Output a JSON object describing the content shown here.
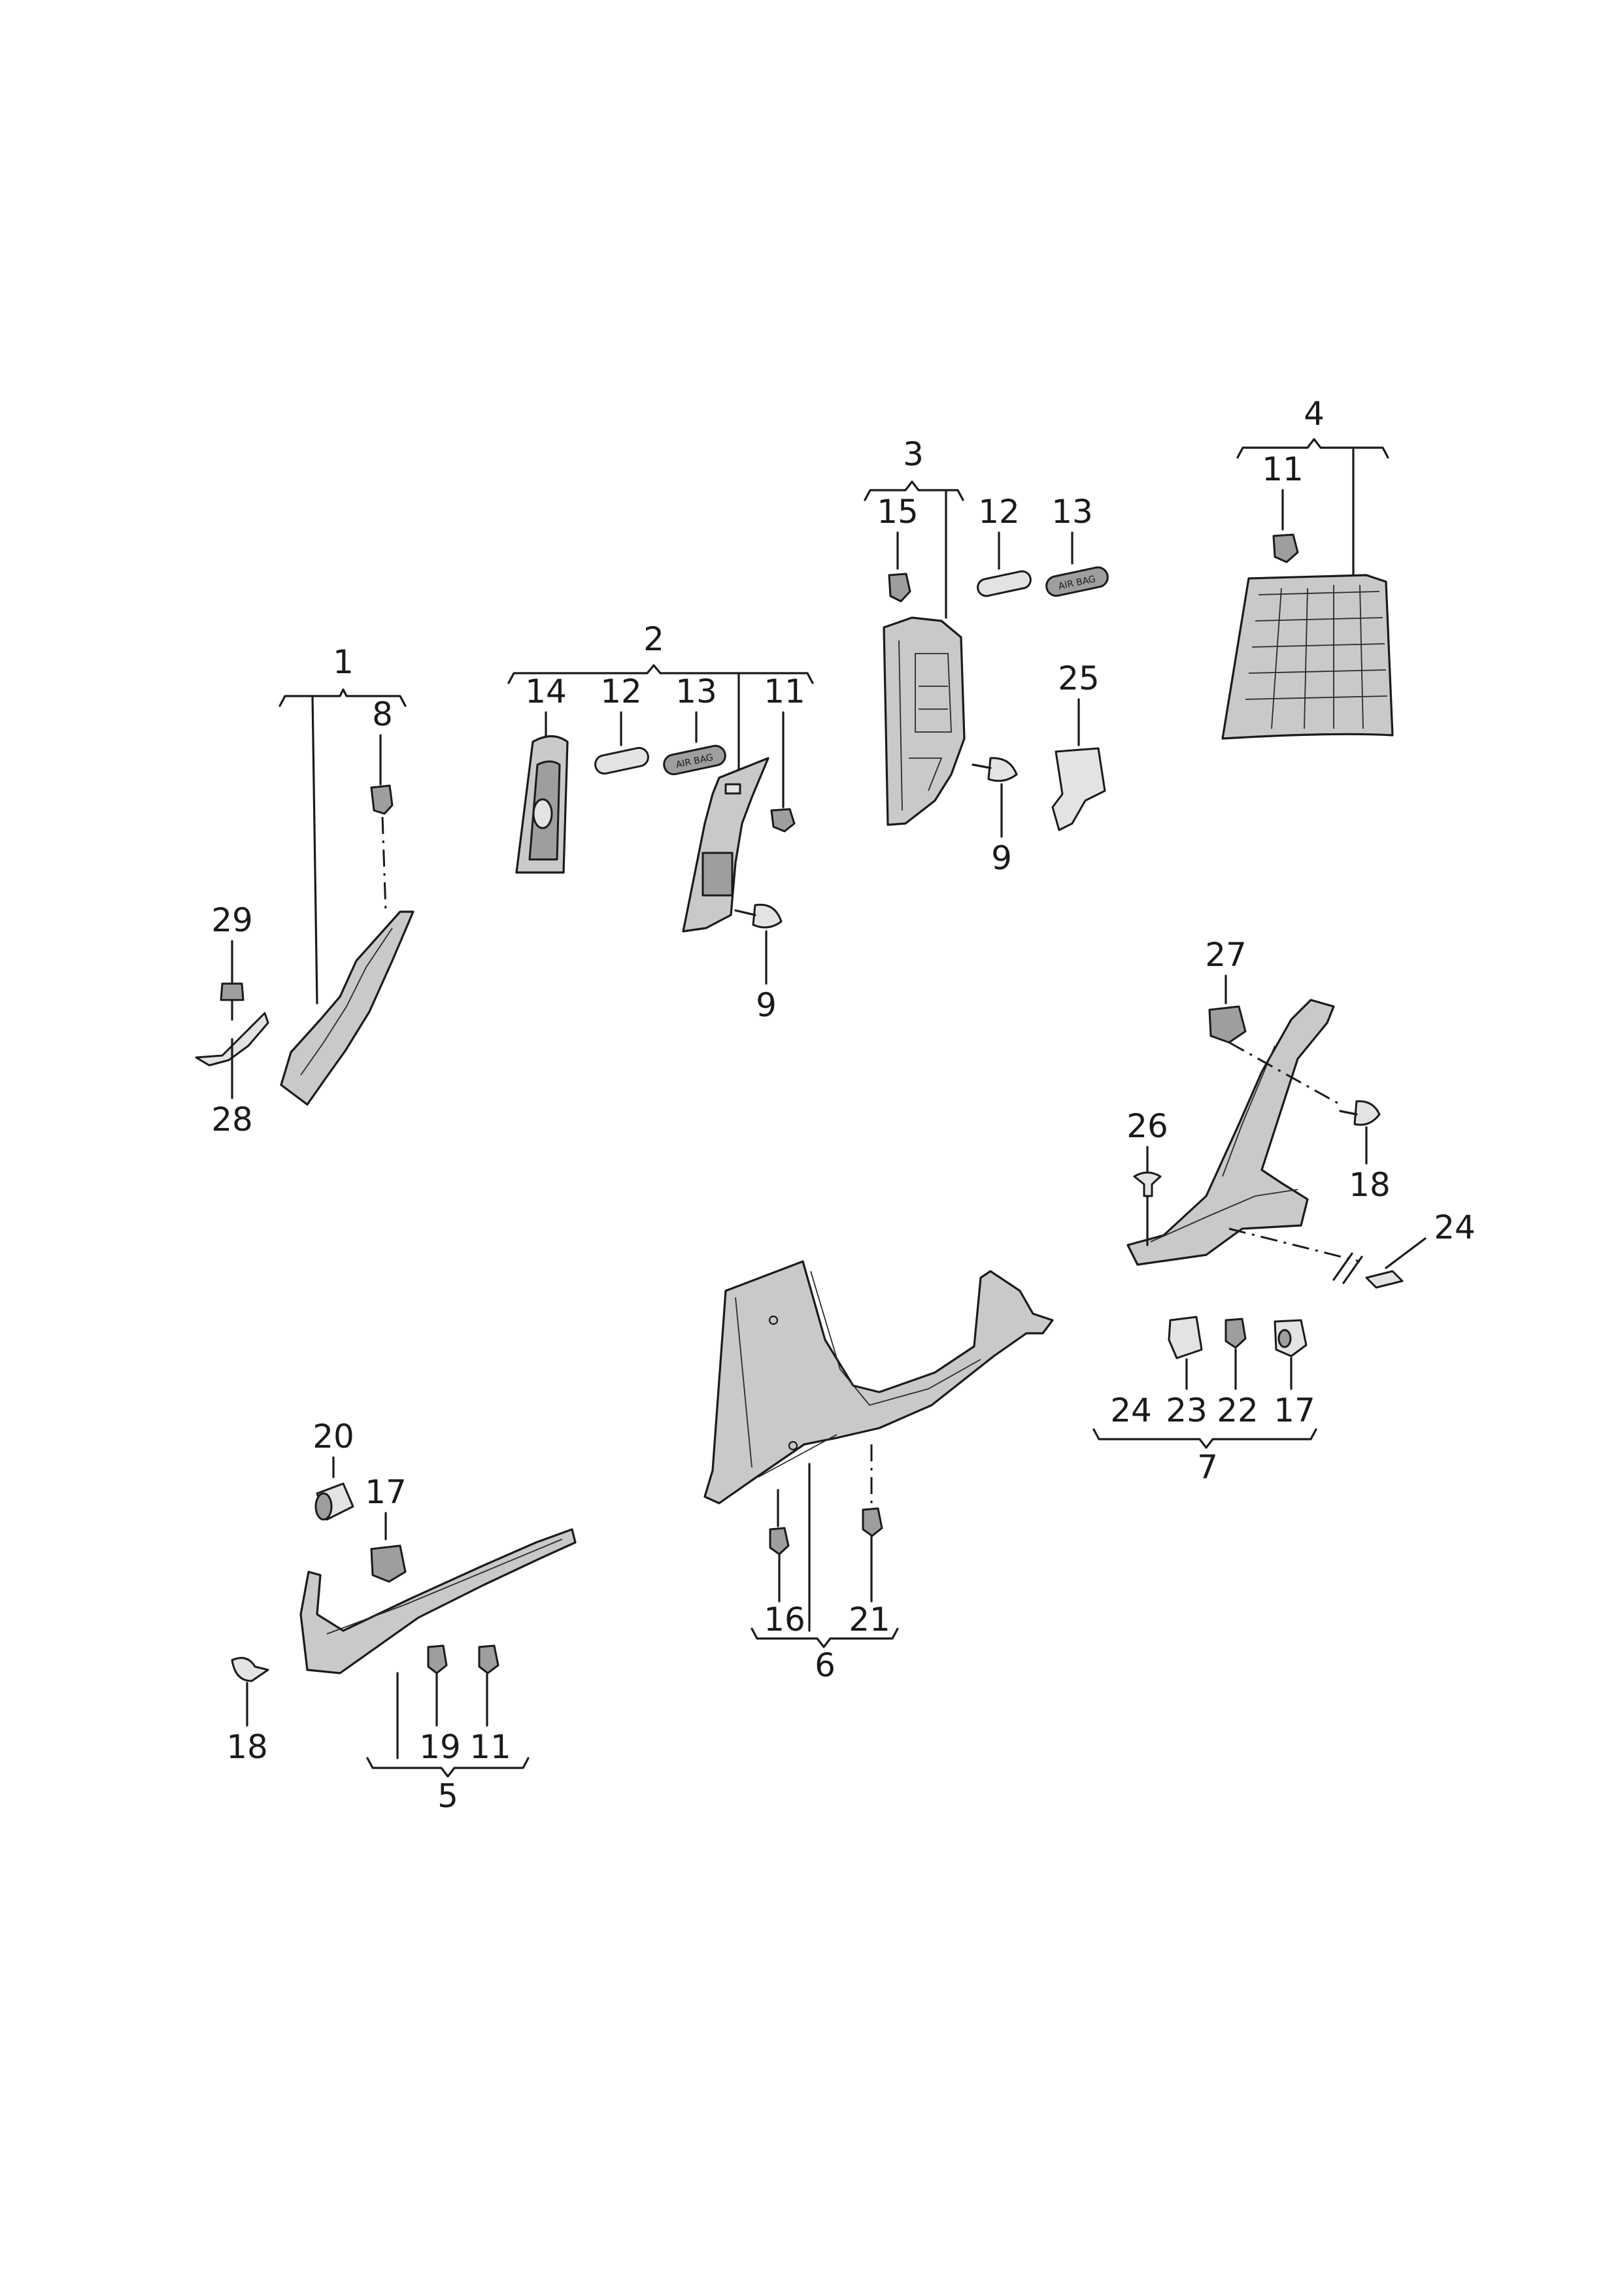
{
  "callouts": {
    "n1": "1",
    "n2": "2",
    "n3": "3",
    "n4": "4",
    "n5": "5",
    "n6": "6",
    "n7": "7",
    "n8": "8",
    "n9a": "9",
    "n9b": "9",
    "n11a": "11",
    "n11b": "11",
    "n11c": "11",
    "n12a": "12",
    "n12b": "12",
    "n13a": "13",
    "n13b": "13",
    "n14": "14",
    "n15": "15",
    "n16": "16",
    "n17a": "17",
    "n17b": "17",
    "n18a": "18",
    "n18b": "18",
    "n19": "19",
    "n20": "20",
    "n21": "21",
    "n22": "22",
    "n23": "23",
    "n24a": "24",
    "n24b": "24",
    "n25": "25",
    "n26": "26",
    "n27": "27",
    "n28": "28",
    "n29": "29"
  },
  "labels": {
    "airbag_a": "AIR BAG",
    "airbag_b": "AIR BAG"
  },
  "colors": {
    "line": "#1a1a1a",
    "part_fill": "#c9c9c9",
    "part_light": "#e3e3e3",
    "part_dark": "#9e9e9e",
    "background": "#ffffff"
  }
}
